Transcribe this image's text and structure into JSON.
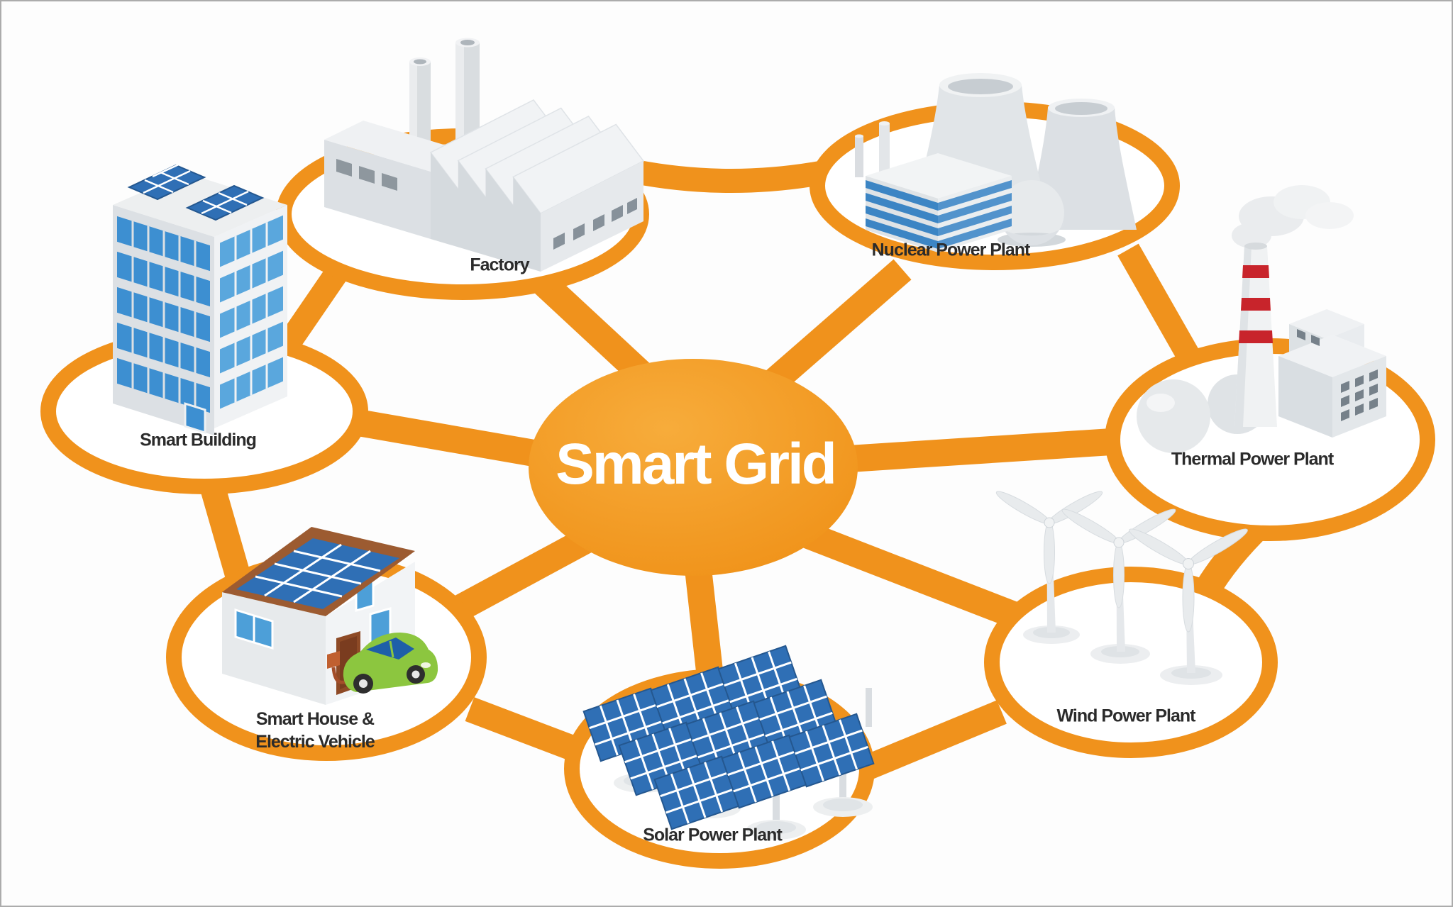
{
  "diagram": {
    "title": "Smart Grid",
    "hub": {
      "label": "Smart Grid"
    },
    "nodes": [
      {
        "id": "factory",
        "label": "Factory"
      },
      {
        "id": "nuclear",
        "label": "Nuclear Power Plant"
      },
      {
        "id": "thermal",
        "label": "Thermal Power Plant"
      },
      {
        "id": "wind",
        "label": "Wind Power Plant"
      },
      {
        "id": "solar",
        "label": "Solar Power Plant"
      },
      {
        "id": "smart-house",
        "label_line1": "Smart House &",
        "label_line2": "Electric Vehicle"
      },
      {
        "id": "smart-building",
        "label": "Smart Building"
      }
    ],
    "links": [
      [
        "hub",
        "factory"
      ],
      [
        "hub",
        "nuclear"
      ],
      [
        "hub",
        "thermal"
      ],
      [
        "hub",
        "wind"
      ],
      [
        "hub",
        "solar"
      ],
      [
        "hub",
        "smart-house"
      ],
      [
        "hub",
        "smart-building"
      ],
      [
        "smart-building",
        "factory"
      ],
      [
        "factory",
        "nuclear"
      ],
      [
        "nuclear",
        "thermal"
      ],
      [
        "thermal",
        "wind"
      ],
      [
        "wind",
        "solar"
      ],
      [
        "solar",
        "smart-house"
      ],
      [
        "smart-house",
        "smart-building"
      ]
    ],
    "colors": {
      "connector_orange": "#F0921C",
      "hub_gradient_top": "#F7AC3B",
      "hub_gradient_bottom": "#EF8F15",
      "label_dark": "#2B2B2B",
      "solar_panel_blue": "#2F6FB5",
      "window_blue": "#4D9FD8",
      "stripe_blue": "#3C85C4",
      "car_green": "#8CC63F",
      "chimney_stripe_red": "#C8242B",
      "roof_brown": "#9C5B31",
      "structure_gray": "#E4E8EB"
    }
  }
}
